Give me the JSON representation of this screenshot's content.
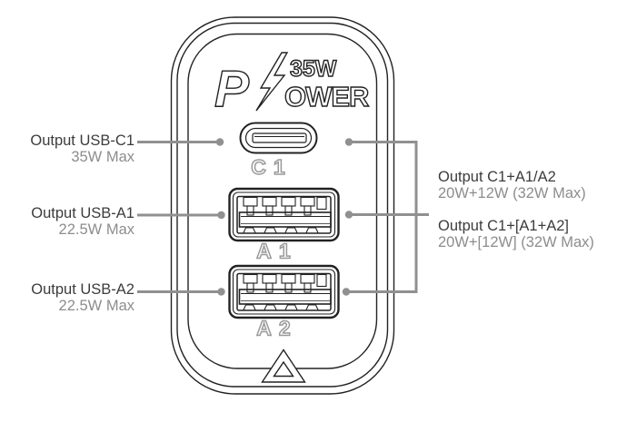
{
  "diagram": {
    "brand_logo": {
      "letter_p": "P",
      "wattage": "35W",
      "letters_ower": "OWER",
      "full_name": "Power 35W"
    },
    "ports": {
      "usb_c": {
        "label": "C1"
      },
      "usb_a1": {
        "label": "A1"
      },
      "usb_a2": {
        "label": "A2"
      }
    },
    "left_labels": [
      {
        "title": "Output USB-C1",
        "value": "35W Max"
      },
      {
        "title": "Output USB-A1",
        "value": "22.5W Max"
      },
      {
        "title": "Output USB-A2",
        "value": "22.5W Max"
      }
    ],
    "right_labels": [
      {
        "title": "Output C1+A1/A2",
        "value": "20W+12W (32W Max)"
      },
      {
        "title": "Output C1+[A1+A2]",
        "value": "20W+[12W] (32W Max)"
      }
    ]
  },
  "colors": {
    "outline": "#222222",
    "pointer_line": "#909090",
    "title_text": "#3c3c3c",
    "value_text": "#8d8d8d",
    "port_label": "#9a9a9a"
  }
}
